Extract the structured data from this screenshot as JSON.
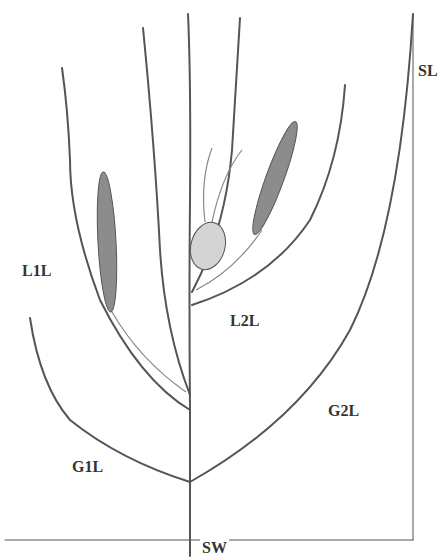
{
  "diagram": {
    "labels": [
      "L1L",
      "L2L",
      "G1L",
      "G2L",
      "SL",
      "SW"
    ]
  }
}
